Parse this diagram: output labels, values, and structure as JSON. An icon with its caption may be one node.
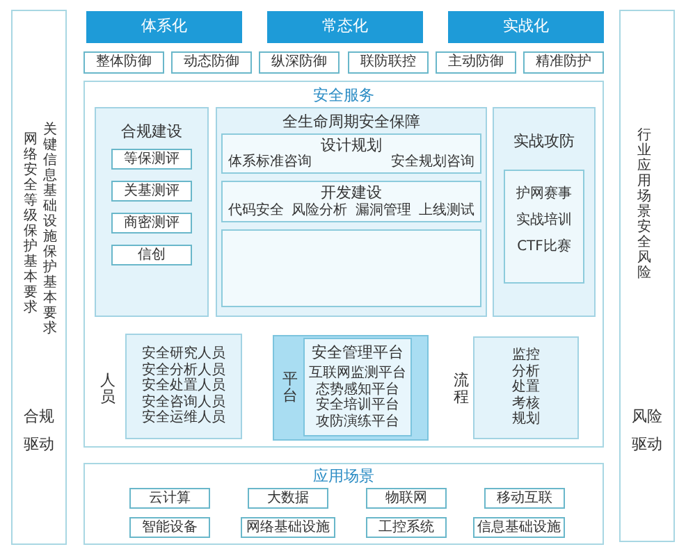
{
  "diagram": {
    "nodes": [
      {
        "text": [
          "网络安全等级保护基本要求",
          "关键信息基础设施保护基本要求",
          "合规驱动"
        ]
      },
      {
        "text": [
          "行业应用场景安全风险",
          "风险驱动"
        ]
      },
      {
        "text": [
          "体系化"
        ]
      },
      {
        "text": [
          "常态化"
        ]
      },
      {
        "text": [
          "实战化"
        ]
      },
      {
        "text": [
          "整体防御"
        ]
      },
      {
        "text": [
          "动态防御"
        ]
      },
      {
        "text": [
          "纵深防御"
        ]
      },
      {
        "text": [
          "联防联控"
        ]
      },
      {
        "text": [
          "主动防御"
        ]
      },
      {
        "text": [
          "精准防护"
        ]
      },
      {
        "text": [
          "安全服务"
        ]
      },
      {
        "text": [
          "合规建设"
        ],
        "in": 11
      },
      {
        "text": [
          "等保测评"
        ],
        "in": 12
      },
      {
        "text": [
          "关基测评"
        ],
        "in": 12
      },
      {
        "text": [
          "商密测评"
        ],
        "in": 12
      },
      {
        "text": [
          "信创"
        ],
        "in": 12
      },
      {
        "text": [
          "全生命周期安全保障"
        ],
        "in": 11
      },
      {
        "text": [
          "设计规划",
          "体系标准咨询",
          "安全规划咨询"
        ],
        "in": 17
      },
      {
        "text": [
          "开发建设",
          "代码安全",
          "风险分析",
          "漏洞管理",
          "上线测试"
        ],
        "in": 17
      },
      {
        "text": [],
        "shape": "box",
        "in": 17
      },
      {
        "text": [
          "实战攻防"
        ],
        "in": 11
      },
      {
        "text": [
          "护网赛事",
          "实战培训",
          "CTF比赛"
        ],
        "in": 21
      },
      {
        "text": [
          "安全研究人员",
          "安全分析人员",
          "安全处置人员",
          "安全咨询人员",
          "安全运维人员"
        ],
        "in": 11,
        "beside": [
          "人员"
        ]
      },
      {
        "text": [
          "平台"
        ],
        "in": 11
      },
      {
        "text": [
          "安全管理平台",
          "互联网监测平台",
          "态势感知平台",
          "安全培训平台",
          "攻防演练平台"
        ],
        "in": 24
      },
      {
        "text": [
          "监控",
          "分析",
          "处置",
          "考核",
          "规划"
        ],
        "in": 11,
        "beside": [
          "流程"
        ]
      },
      {
        "text": [
          "应用场景"
        ]
      },
      {
        "text": [
          "云计算"
        ],
        "in": 27
      },
      {
        "text": [
          "大数据"
        ],
        "in": 27
      },
      {
        "text": [
          "物联网"
        ],
        "in": 27
      },
      {
        "text": [
          "移动互联"
        ],
        "in": 27
      },
      {
        "text": [
          "智能设备"
        ],
        "in": 27
      },
      {
        "text": [
          "网络基础设施"
        ],
        "in": 27
      },
      {
        "text": [
          "工控系统"
        ],
        "in": 27
      },
      {
        "text": [
          "信息基础设施"
        ],
        "in": 27
      }
    ]
  }
}
